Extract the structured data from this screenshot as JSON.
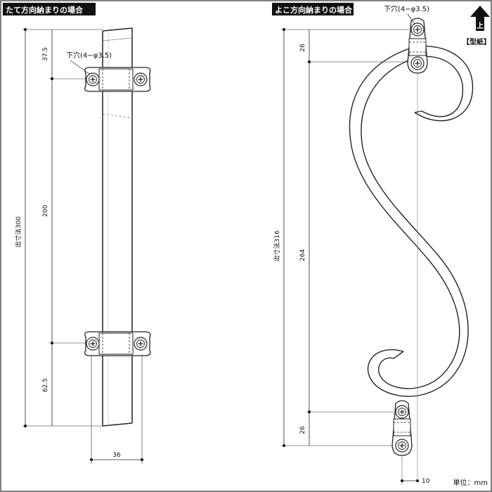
{
  "left_panel": {
    "title": "たて方向納まりの場合",
    "hole_label": "下穴(4−φ3.5)",
    "dim_top": "37.5",
    "dim_mid": "200",
    "dim_bottom": "62.5",
    "dim_total": "出寸法300",
    "dim_width": "36"
  },
  "right_panel": {
    "title": "よこ方向納まりの場合",
    "hole_label": "下穴(4−φ3.5)",
    "dim_top": "26",
    "dim_mid": "264",
    "dim_bottom": "26",
    "dim_total": "出寸法316",
    "dim_offset": "10"
  },
  "direction_mark": {
    "up_char": "上",
    "label": "【型紙】"
  },
  "unit_note": "単位：mm"
}
